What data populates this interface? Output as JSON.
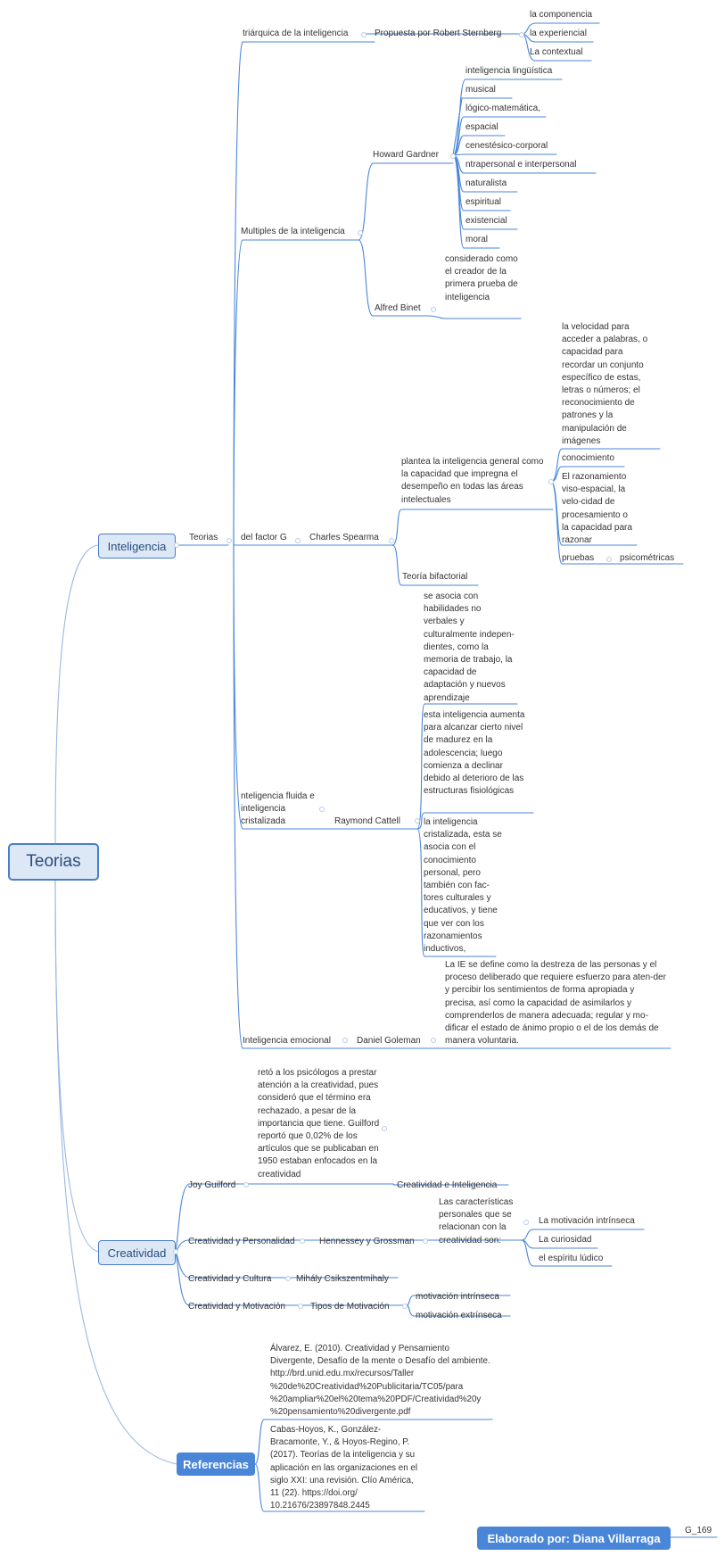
{
  "root": {
    "label": "Teorias"
  },
  "inteligencia": {
    "label": "Inteligencia",
    "teorias": "Teorias",
    "triarquica": {
      "label": "triárquica de la inteligencia",
      "autor": "Propuesta por Robert Sternberg",
      "items": [
        "la componencia",
        "la experiencial",
        "La contextual"
      ]
    },
    "multiples": {
      "label": "Multiples de la inteligencia",
      "gardner": "Howard Gardner",
      "gardner_items": [
        "inteligencia lingüística",
        "musical",
        "lógico-matemática,",
        "espacial",
        "cenestésico-corporal",
        "ntrapersonal  e  interpersonal",
        "naturalista",
        "espiritual",
        "existencial",
        "moral"
      ],
      "binet": "Alfred Binet",
      "binet_desc": "considerado como el creador de la primera prueba de inteligencia"
    },
    "factor_g": {
      "label": "del factor G",
      "autor": "Charles Spearma",
      "plantea": "plantea la inteligencia general como la capacidad que impregna el desempeño en todas las áreas intelectuales",
      "velocidad": "la velocidad para acceder a palabras, o capacidad para recordar un  conjunto específico  de  estas, letras  o  números;  el reconocimiento de patrones y la manipulación de imágenes",
      "conocimiento": "conocimiento",
      "razonamiento": "El razonamiento viso-espacial, la velo-cidad de procesamiento o la capacidad para razonar",
      "pruebas": "pruebas",
      "psicometricas": "psicométricas",
      "bifactorial": "Teoría bifactorial"
    },
    "fluida": {
      "label": "nteligencia fluida e inteligencia cristalizada",
      "autor": "Raymond Cattell",
      "fluida_desc": "se asocia con habilidades no verbales y culturalmente indepen-dientes, como la memoria de trabajo, la capacidad de adaptación y nuevos aprendizaje",
      "madurez": "esta inteligencia aumenta para alcanzar cierto nivel de madurez en la adolescencia; luego comienza a declinar debido al deterioro de las estructuras fisiológicas",
      "cristalizada": "la  inteligencia cristalizada,  esta se  asocia  con el conocimiento personal, pero también con fac-tores culturales y educativos, y tiene que ver con los razonamientos inductivos,"
    },
    "emocional": {
      "label": "Inteligencia emocional",
      "autor": "Daniel Goleman",
      "desc": "La IE se define como la destreza de las personas y el proceso deliberado que requiere esfuerzo para aten-der y percibir los sentimientos de forma apropiada y precisa,  así  como  la  capacidad  de  asimilarlos  y comprenderlos de manera adecuada; regular y mo-dificar el estado de ánimo propio o el de los demás de manera voluntaria."
    }
  },
  "creatividad": {
    "label": "Creatividad",
    "guilford": {
      "label": "Joy Guilford",
      "desc": "retó a los psicólogos a prestar atención  a  la creatividad,  pues consideró  que  el  término era  rechazado,  a  pesar de la importancia que tiene. Guilford reportó que 0,02% de los artículos que se publicaban en 1950 estaban enfocados en la creatividad",
      "tema": "Creatividad e Inteligencia"
    },
    "personalidad": {
      "label": "Creatividad y Personalidad",
      "autor": "Hennessey y Grossman",
      "desc": "Las características personales que se relacionan con la creatividad son:",
      "items": [
        "La motivación intrínseca",
        "La curiosidad",
        "el espíritu lúdico"
      ]
    },
    "cultura": {
      "label": "Creatividad y Cultura",
      "autor": "Mihály Csikszentmihaly"
    },
    "motivacion": {
      "label": "Creatividad y Motivación",
      "tipos": "Tipos de Motivación",
      "items": [
        "motivación intrínseca",
        "motivación extrínseca"
      ]
    }
  },
  "referencias": {
    "label": "Referencias",
    "items": [
      "Álvarez, E. (2010). Creatividad y Pensamiento Divergente, Desafío de la mente o Desafío del ambiente.  http://brd.unid.edu.mx/recursos/Taller %20de%20Creatividad%20Publicitaria/TC05/para %20ampliar%20el%20tema%20PDF/Creatividad%20y %20pensamiento%20divergente.pdf",
      "Cabas-Hoyos, K., González-Bracamonte, Y., & Hoyos-Regino, P. (2017). Teorías de la inteligencia y su aplicación en las organizaciones en el siglo XXI: una revisión. Clío América, 11 (22). https://doi.org/ 10.21676/23897848.2445"
    ]
  },
  "autor": {
    "label": "Elaborado por: Diana Villarraga",
    "code": "G_169"
  },
  "colors": {
    "line": "#4a86d8",
    "curve": "#9ab8e0",
    "node_fill": "#dde8f6",
    "node_border": "#4a7ec8",
    "accent": "#4a86d8"
  }
}
